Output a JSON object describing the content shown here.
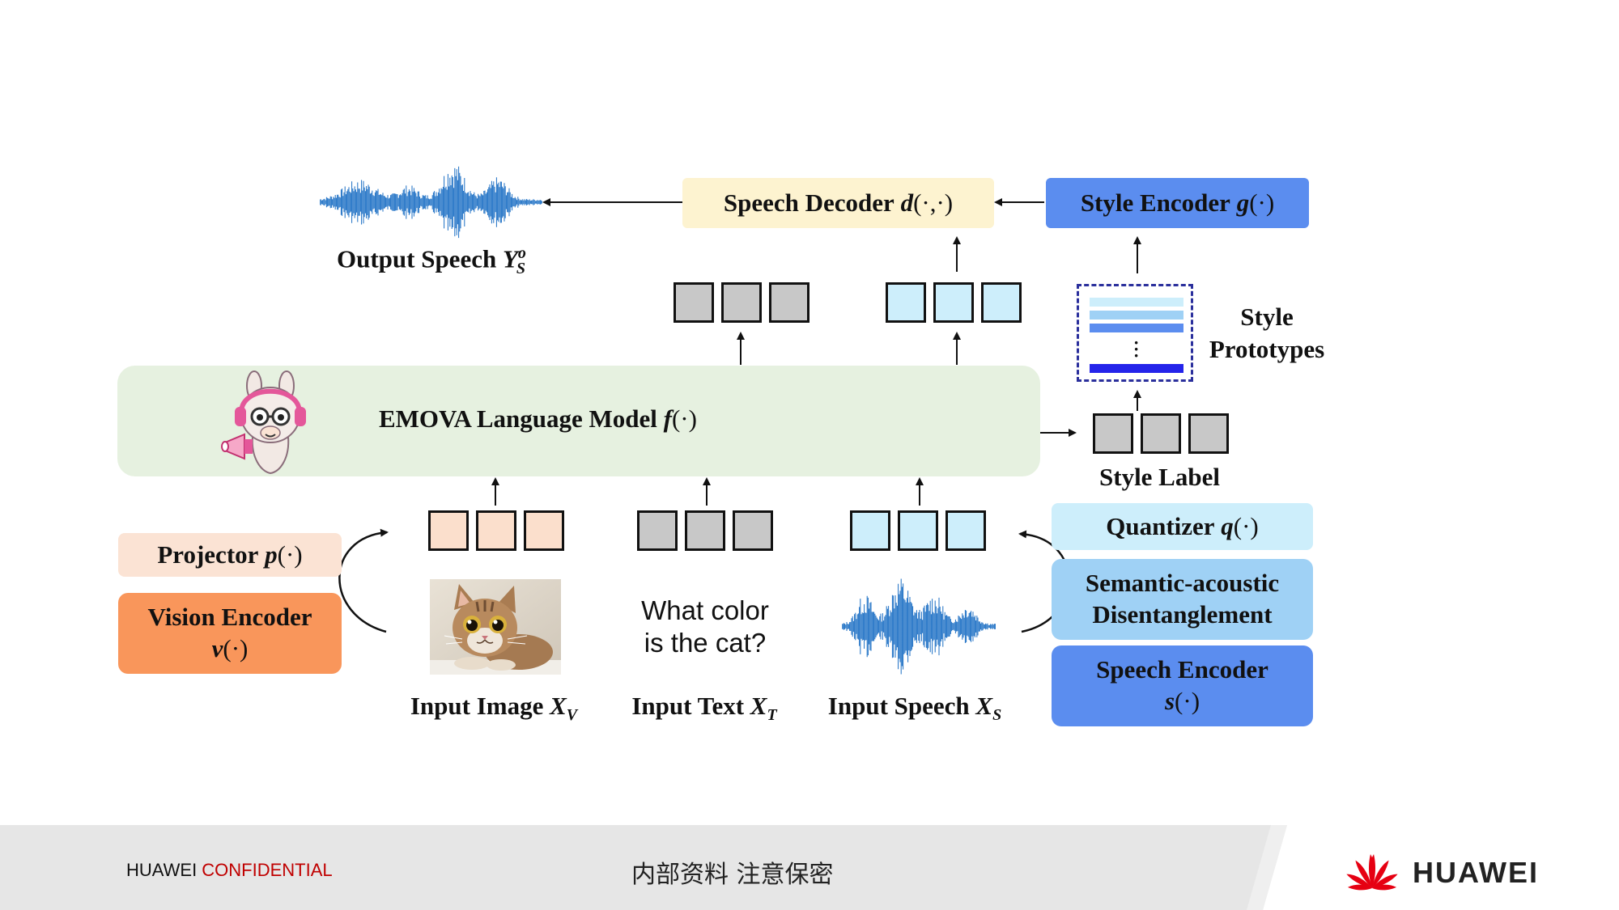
{
  "diagram": {
    "speech_decoder": {
      "name": "Speech Decoder",
      "fn": "d",
      "args": "(·,·)"
    },
    "style_encoder": {
      "name": "Style Encoder",
      "fn": "g",
      "args": "(·)"
    },
    "output_speech": {
      "label": "Output Speech",
      "var": "Y",
      "sup": "o",
      "sub": "S"
    },
    "style_prototypes": {
      "line1": "Style",
      "line2": "Prototypes"
    },
    "language_model": {
      "name": "EMOVA Language Model",
      "fn": "f",
      "args": "(·)"
    },
    "style_label": "Style Label",
    "quantizer": {
      "name": "Quantizer",
      "fn": "q",
      "args": "(·)"
    },
    "disentanglement": {
      "line1": "Semantic-acoustic",
      "line2": "Disentanglement"
    },
    "speech_encoder": {
      "name": "Speech Encoder",
      "fn": "s",
      "args": "(·)"
    },
    "projector": {
      "name": "Projector",
      "fn": "p",
      "args": "(·)"
    },
    "vision_encoder": {
      "name": "Vision Encoder",
      "fn": "v",
      "args": "(·)"
    },
    "question": {
      "line1": "What color",
      "line2": "is the cat?"
    },
    "input_image": {
      "label": "Input Image",
      "var": "X",
      "sub": "V"
    },
    "input_text": {
      "label": "Input Text",
      "var": "X",
      "sub": "T"
    },
    "input_speech": {
      "label": "Input Speech",
      "var": "X",
      "sub": "S"
    },
    "colors": {
      "decoder_bg": "#fdf3d0",
      "style_encoder_bg": "#5b8def",
      "lm_bg": "#e6f1e0",
      "quantizer_bg": "#cdeefb",
      "disentangle_bg": "#9fd1f5",
      "speech_encoder_bg": "#5b8def",
      "projector_bg": "#fbe3d4",
      "vision_bg": "#f9965b",
      "waveform": "#1c6fc4"
    }
  },
  "footer": {
    "left_prefix": "HUAWEI ",
    "left_emph": "CONFIDENTIAL",
    "center": "内部资料 注意保密",
    "brand": "HUAWEI"
  }
}
